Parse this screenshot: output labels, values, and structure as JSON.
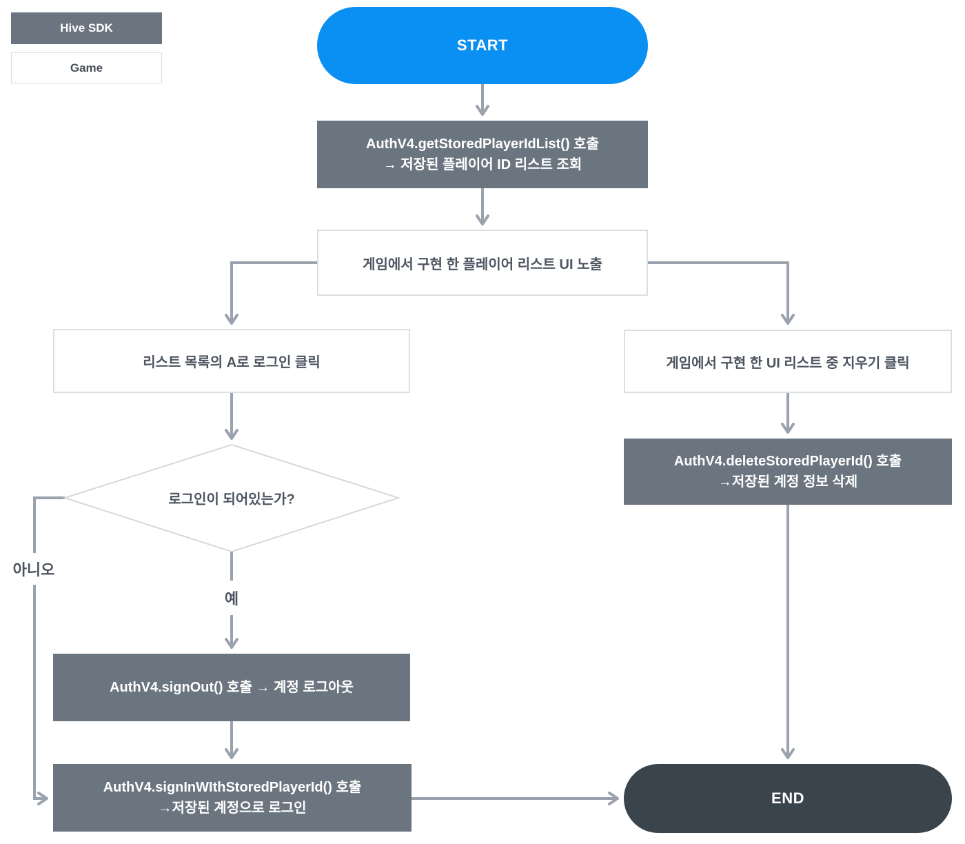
{
  "legend": {
    "hive_sdk": "Hive SDK",
    "game": "Game"
  },
  "flow": {
    "start": "START",
    "get_stored_list": {
      "line1": "AuthV4.getStoredPlayerIdList() 호출",
      "line2": "→ 저장된 플레이어 ID 리스트 조회"
    },
    "player_list_ui": "게임에서 구현 한 플레이어 리스트 UI 노출",
    "login_click": "리스트 목록의 A로 로그인 클릭",
    "delete_click": "게임에서 구현 한 UI 리스트 중 지우기 클릭",
    "is_logged_in": "로그인이 되어있는가?",
    "label_no": "아니오",
    "label_yes": "예",
    "sign_out": "AuthV4.signOut() 호출 → 계정 로그아웃",
    "sign_in_stored": {
      "line1": "AuthV4.signInWIthStoredPlayerId() 호출",
      "line2": "→저장된 계정으로 로그인"
    },
    "delete_stored": {
      "line1": "AuthV4.deleteStoredPlayerId() 호출",
      "line2": "→저장된 계정 정보 삭제"
    },
    "end": "END"
  },
  "colors": {
    "start_blue": "#0a8ff2",
    "sdk_gray": "#6b7580",
    "end_dark": "#39444d",
    "connector_gray": "#9aa2ad",
    "box_border": "#dcdfe2",
    "text_gray": "#4c545f"
  }
}
